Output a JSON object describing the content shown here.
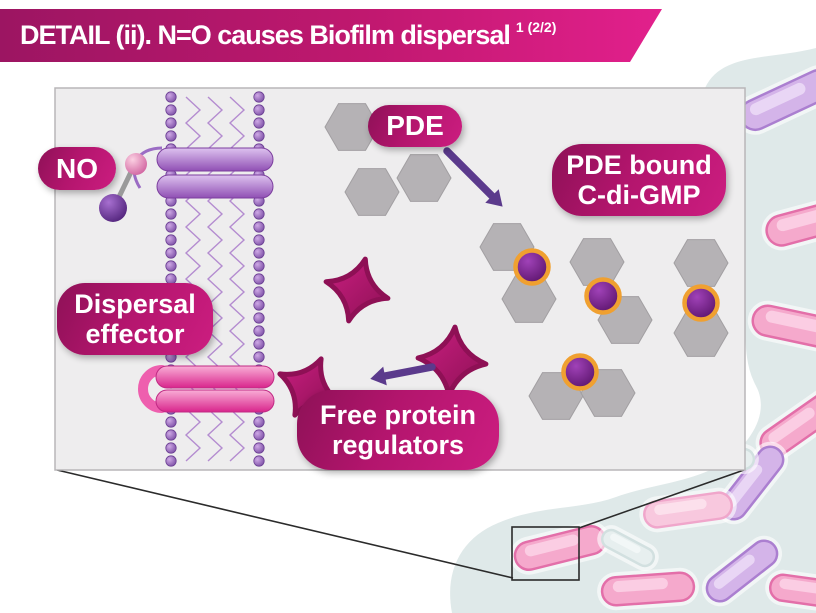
{
  "banner": {
    "title": "DETAIL (ii). N=O causes Biofilm dispersal",
    "superscript": "1 (2/2)"
  },
  "labels": {
    "no": "NO",
    "pde": "PDE",
    "pde_bound": {
      "line1": "PDE bound",
      "line2": "C-di-GMP"
    },
    "dispersal": {
      "line1": "Dispersal",
      "line2": "effector"
    },
    "free": {
      "line1": "Free protein",
      "line2": "regulators"
    }
  },
  "colors": {
    "banner_gradient_start": "#9c1562",
    "banner_gradient_end": "#e2208c",
    "label_magenta_dark": "#8e1157",
    "label_magenta": "#cc1d80",
    "hexagon_gray": "#b5b2b5",
    "ring_orange": "#f0a030",
    "bound_purple": "#6b1b7e",
    "arrow_purple": "#5b3a8c",
    "membrane_purple": "#9a67c0",
    "protein_lilac": "#a963cc",
    "protein_pink": "#e8459c",
    "bacteria_pink": "#f5a9cc",
    "bacteria_purple": "#d4b4e9",
    "background_blob": "#dfe9e9",
    "panel_gray": "#eeedee"
  }
}
